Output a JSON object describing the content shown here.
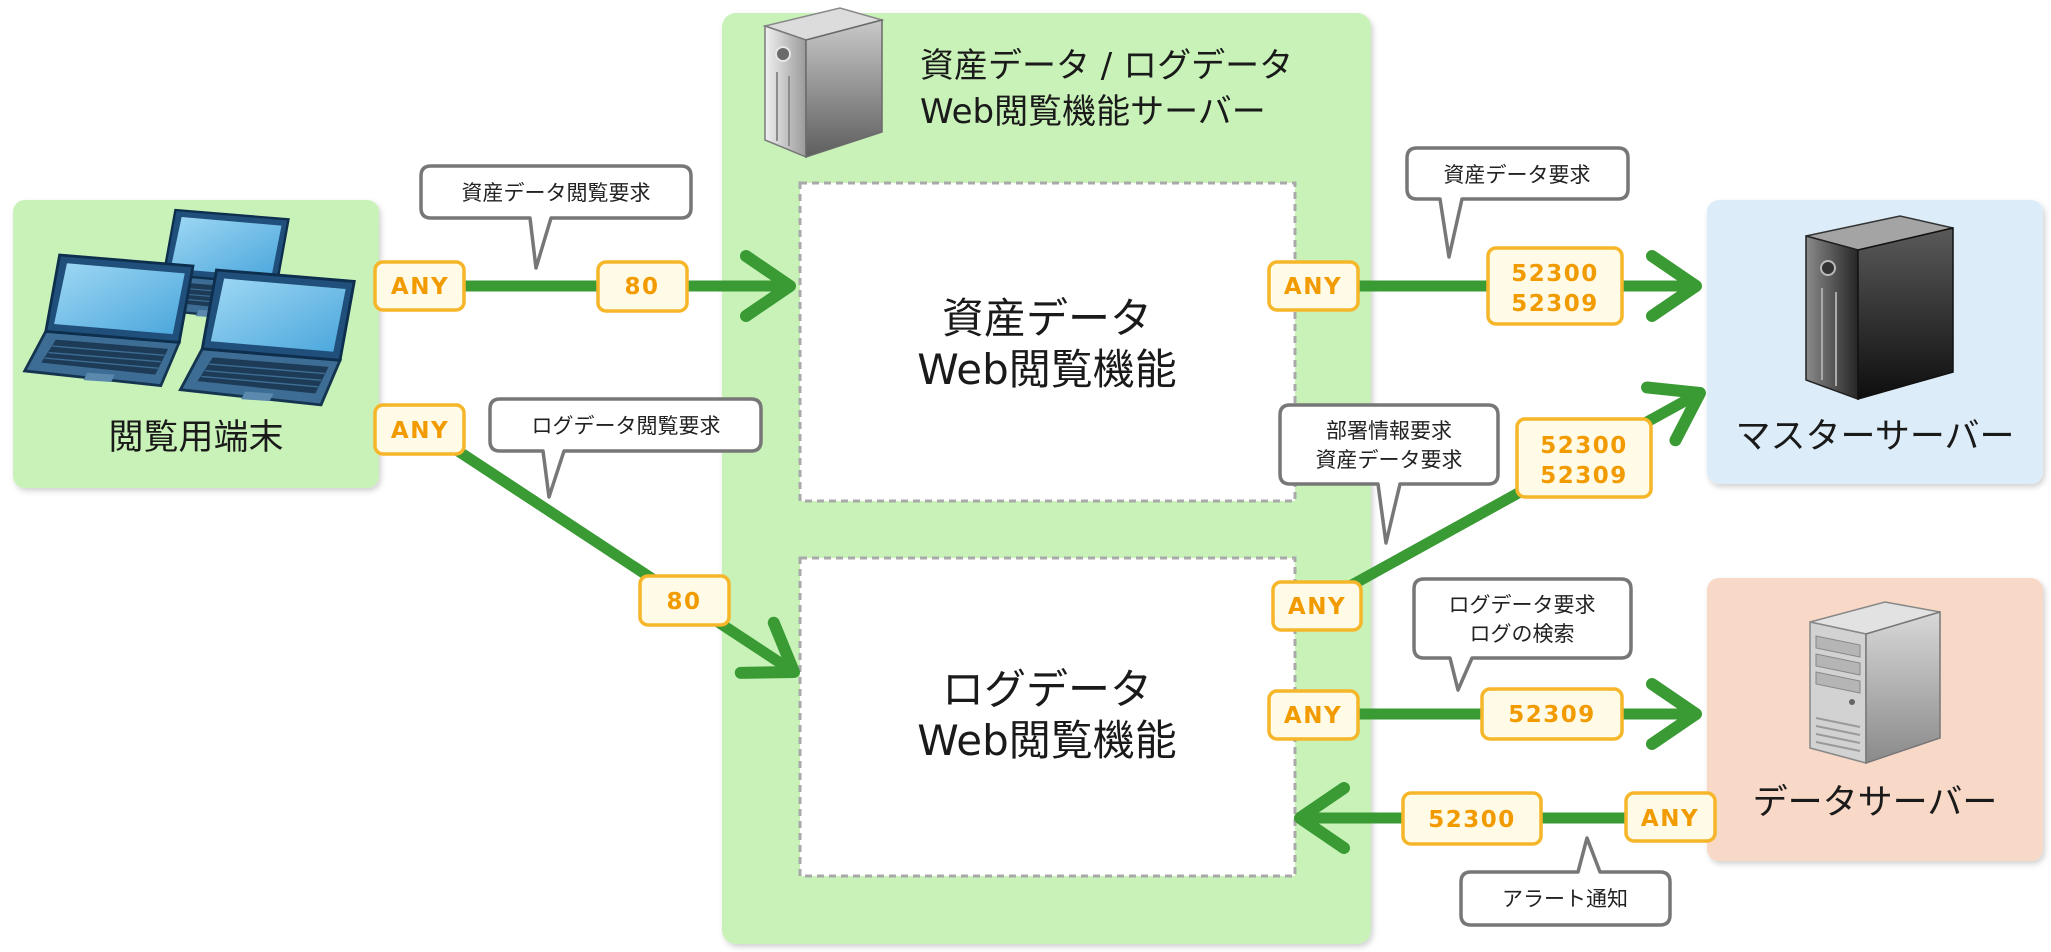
{
  "terminal": {
    "label": "閲覧用端末"
  },
  "web_server": {
    "title": [
      "資産データ / ログデータ",
      "Web閲覧機能サーバー"
    ],
    "asset_function": [
      "資産データ",
      "Web閲覧機能"
    ],
    "log_function": [
      "ログデータ",
      "Web閲覧機能"
    ]
  },
  "master_server": {
    "label": "マスターサーバー"
  },
  "data_server": {
    "label": "データサーバー"
  },
  "links": {
    "terminal_asset": {
      "source_port": "ANY",
      "target_ports": [
        "80"
      ],
      "callout": [
        "資産データ閲覧要求"
      ]
    },
    "terminal_log": {
      "source_port": "ANY",
      "target_ports": [
        "80"
      ],
      "callout": [
        "ログデータ閲覧要求"
      ]
    },
    "asset_master": {
      "source_port": "ANY",
      "target_ports": [
        "52300",
        "52309"
      ],
      "callout": [
        "資産データ要求"
      ]
    },
    "log_master": {
      "source_port": "ANY",
      "target_ports": [
        "52300",
        "52309"
      ],
      "callout": [
        "部署情報要求",
        "資産データ要求"
      ]
    },
    "log_data": {
      "source_port": "ANY",
      "target_ports": [
        "52309"
      ],
      "callout": [
        "ログデータ要求",
        "ログの検索"
      ]
    },
    "data_log": {
      "source_port": "ANY",
      "target_ports": [
        "52300"
      ],
      "callout": [
        "アラート通知"
      ]
    }
  },
  "colors": {
    "arrow": "#3a9b35",
    "badge_border": "#f6b62a",
    "badge_fill": "#fffbe6",
    "badge_text": "#f29b00",
    "callout_border": "#777777",
    "terminal_box": "#c8f2b8",
    "server_box": "#c8f2b8",
    "master_box": "#dcedf9",
    "data_box": "#f8d8c6"
  },
  "icons": {
    "terminal": "laptop-icon",
    "web_server": "server-tower-icon",
    "master_server": "server-tower-icon",
    "data_server": "server-tower-icon"
  }
}
